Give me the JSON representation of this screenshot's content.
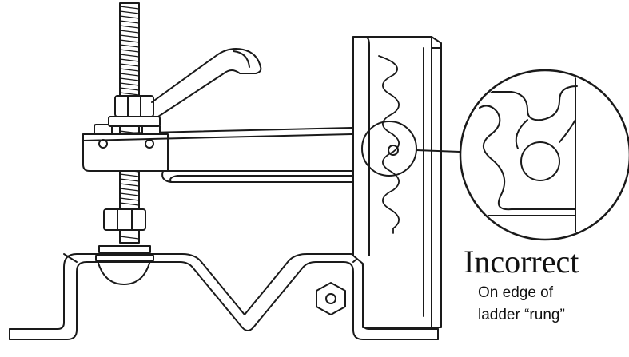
{
  "callout": {
    "title": "Incorrect",
    "description_line1": "On edge of",
    "description_line2": "ladder “rung”"
  },
  "colors": {
    "line": "#1a1a1a",
    "background": "#ffffff"
  }
}
